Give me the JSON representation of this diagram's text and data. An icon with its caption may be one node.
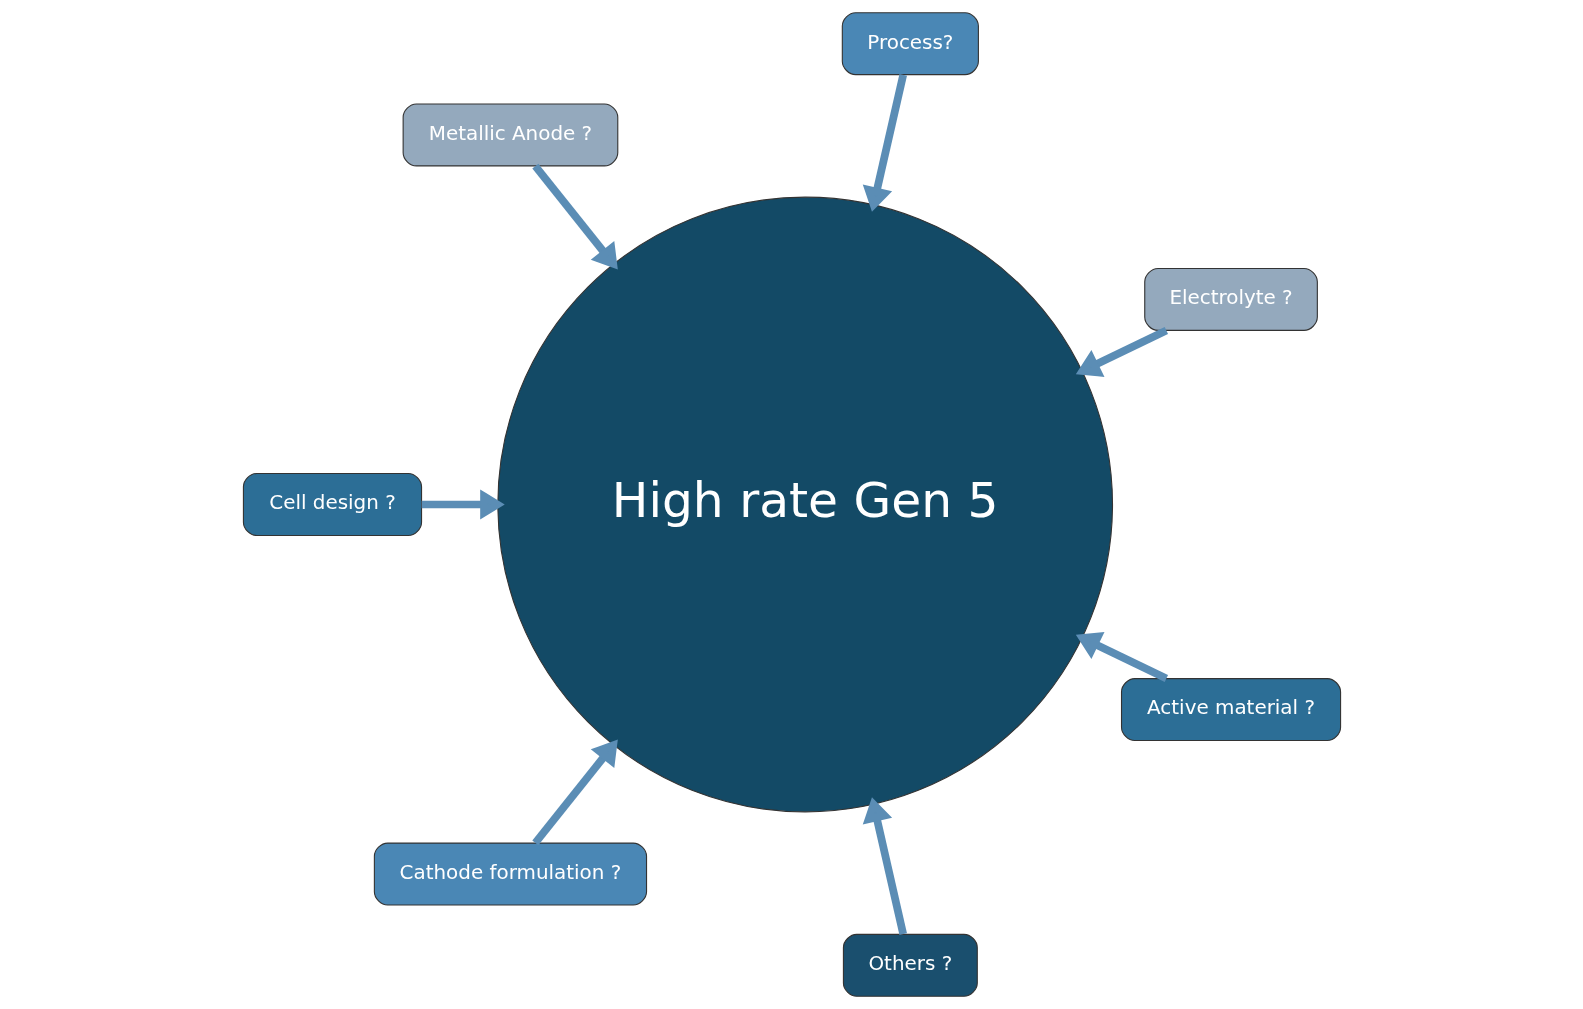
{
  "diagram": {
    "nodes": [
      {
        "text": [
          "Electrolyte ?"
        ]
      },
      {
        "text": [
          "Process?"
        ]
      },
      {
        "text": [
          "Metallic Anode ?"
        ]
      },
      {
        "text": [
          "Cell design ?"
        ]
      },
      {
        "text": [
          "Cathode formulation ?"
        ]
      },
      {
        "text": [
          "Others ?"
        ]
      },
      {
        "text": [
          "Active material ?"
        ]
      },
      {
        "text": [
          "High rate Gen 5"
        ]
      }
    ],
    "edges": [
      {
        "from": 0,
        "to": 7,
        "arrow": "to"
      },
      {
        "from": 1,
        "to": 7,
        "arrow": "to"
      },
      {
        "from": 2,
        "to": 7,
        "arrow": "to"
      },
      {
        "from": 3,
        "to": 7,
        "arrow": "to"
      },
      {
        "from": 4,
        "to": 7,
        "arrow": "to"
      },
      {
        "from": 5,
        "to": 7,
        "arrow": "to"
      },
      {
        "from": 6,
        "to": 7,
        "arrow": "to"
      }
    ]
  }
}
